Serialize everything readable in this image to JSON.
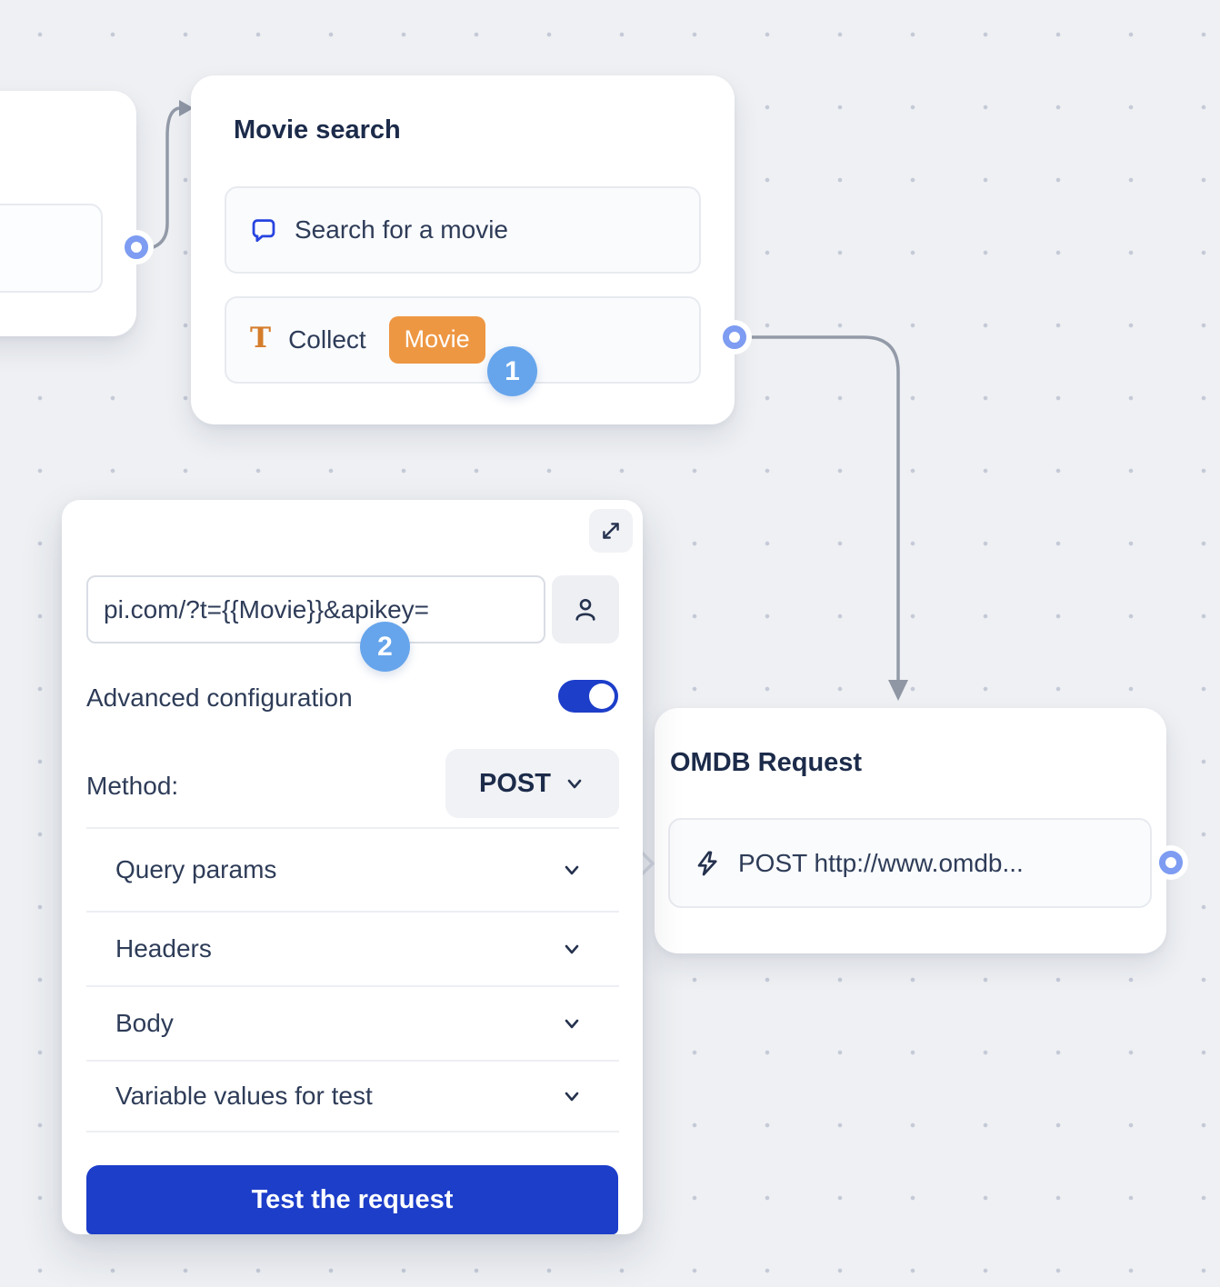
{
  "canvas": {
    "background_color": "#eef0f3",
    "dot_grid_color": "#c5cad7"
  },
  "colors": {
    "accent_blue": "#1d3ec9",
    "badge_blue": "#66a5ec",
    "variable_chip_orange": "#ee9743",
    "text_icon_orange": "#d57d2b",
    "chat_icon_blue": "#2744e0",
    "port_ring_blue": "#7d9cf2",
    "connector_gray": "#939aa8",
    "title_text": "#1c2b4a",
    "body_text": "#2e3c58"
  },
  "nodes": {
    "movie_search": {
      "title": "Movie search",
      "badge": "1",
      "items": [
        {
          "icon": "chat-bubble-icon",
          "label": "Search for a movie"
        },
        {
          "icon": "text-collect-icon",
          "label": "Collect",
          "variable_chip": "Movie"
        }
      ]
    },
    "omdb_request": {
      "title": "OMDB Request",
      "items": [
        {
          "icon": "lightning-icon",
          "label": "POST http://www.omdb..."
        }
      ]
    }
  },
  "panel": {
    "badge": "2",
    "expand_icon": "expand-diagonal-icon",
    "url_input": {
      "value": "pi.com/?t={{Movie}}&apikey="
    },
    "person_icon": "person-icon",
    "advanced_configuration_label": "Advanced configuration",
    "advanced_configuration_on": true,
    "method_label": "Method:",
    "method_value": "POST",
    "sections": [
      {
        "label": "Query params"
      },
      {
        "label": "Headers"
      },
      {
        "label": "Body"
      },
      {
        "label": "Variable values for test"
      }
    ],
    "test_button_label": "Test the request"
  }
}
